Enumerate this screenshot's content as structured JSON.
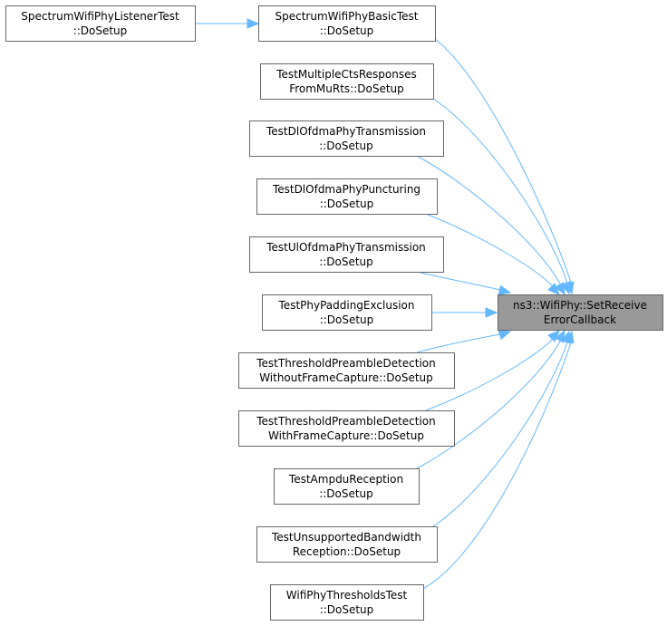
{
  "diagram": {
    "target": {
      "lines": [
        "ns3::WifiPhy::SetReceive",
        "ErrorCallback"
      ]
    },
    "callers": [
      {
        "id": "basic",
        "lines": [
          "SpectrumWifiPhyBasicTest",
          "::DoSetup"
        ]
      },
      {
        "id": "multicts",
        "lines": [
          "TestMultipleCtsResponses",
          "FromMuRts::DoSetup"
        ]
      },
      {
        "id": "dltx",
        "lines": [
          "TestDlOfdmaPhyTransmission",
          "::DoSetup"
        ]
      },
      {
        "id": "dlpunct",
        "lines": [
          "TestDlOfdmaPhyPuncturing",
          "::DoSetup"
        ]
      },
      {
        "id": "ultx",
        "lines": [
          "TestUlOfdmaPhyTransmission",
          "::DoSetup"
        ]
      },
      {
        "id": "padding",
        "lines": [
          "TestPhyPaddingExclusion",
          "::DoSetup"
        ]
      },
      {
        "id": "thrwo",
        "lines": [
          "TestThresholdPreambleDetection",
          "WithoutFrameCapture::DoSetup"
        ]
      },
      {
        "id": "thrwith",
        "lines": [
          "TestThresholdPreambleDetection",
          "WithFrameCapture::DoSetup"
        ]
      },
      {
        "id": "ampdu",
        "lines": [
          "TestAmpduReception",
          "::DoSetup"
        ]
      },
      {
        "id": "unsup",
        "lines": [
          "TestUnsupportedBandwidth",
          "Reception::DoSetup"
        ]
      },
      {
        "id": "thrtest",
        "lines": [
          "WifiPhyThresholdsTest",
          "::DoSetup"
        ]
      }
    ],
    "second_level": [
      {
        "id": "listener",
        "calls": "basic",
        "lines": [
          "SpectrumWifiPhyListenerTest",
          "::DoSetup"
        ]
      }
    ],
    "colors": {
      "edge": "#63b8ff",
      "node_border": "#666666",
      "target_fill": "#999999"
    }
  }
}
